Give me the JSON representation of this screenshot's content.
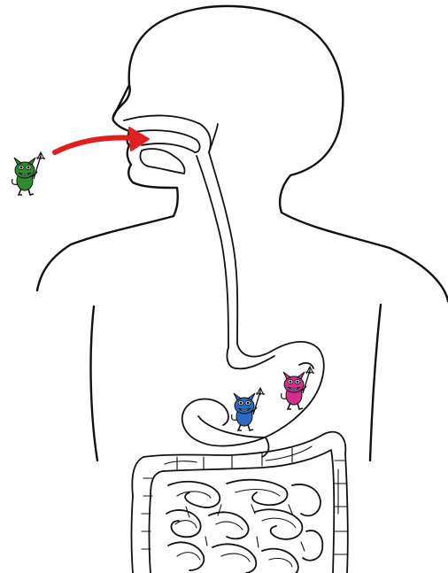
{
  "diagram": {
    "subject": "human-digestive-system",
    "background_color": "#ffffff",
    "line_color": "#111111",
    "arrow": {
      "from": "germ-outside",
      "to": "mouth",
      "color": "#e02020"
    },
    "germs": [
      {
        "id": "germ-entering",
        "location": "outside-near-mouth",
        "color": "#2e8b2e"
      },
      {
        "id": "germ-stomach-pink",
        "location": "stomach",
        "color": "#d0308c"
      },
      {
        "id": "germ-stomach-blue",
        "location": "stomach-lower",
        "color": "#2a6bc0"
      }
    ]
  }
}
